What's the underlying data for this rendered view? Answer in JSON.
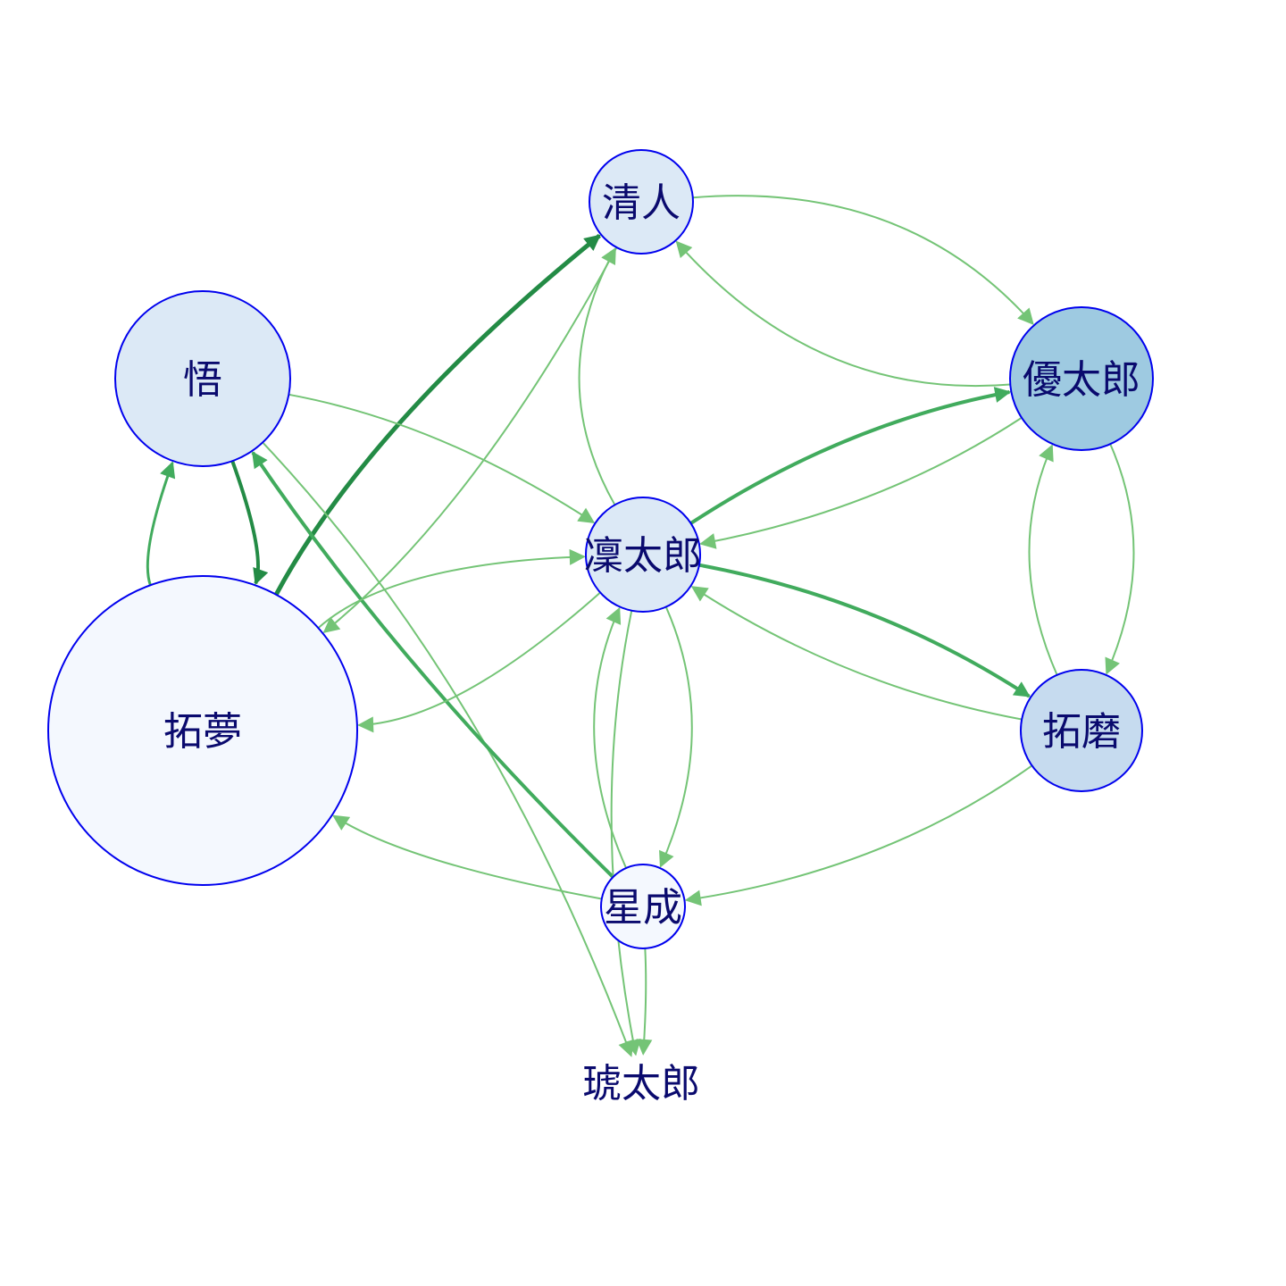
{
  "nodes": [
    {
      "id": "kiyoto",
      "label": "清人",
      "fill": "#dce9f6"
    },
    {
      "id": "satoru",
      "label": "悟",
      "fill": "#dce9f6"
    },
    {
      "id": "yutaro",
      "label": "優太郎",
      "fill": "#9ecae1"
    },
    {
      "id": "rintaro",
      "label": "凜太郎",
      "fill": "#dce9f6"
    },
    {
      "id": "takumu",
      "label": "拓夢",
      "fill": "#f4f8fe"
    },
    {
      "id": "takuma",
      "label": "拓磨",
      "fill": "#c6dbef"
    },
    {
      "id": "seina",
      "label": "星成",
      "fill": "#f4f8fe"
    },
    {
      "id": "kotaro",
      "label": "琥太郎",
      "fill": "none"
    }
  ],
  "edges": [
    {
      "from": "takumu",
      "to": "kiyoto",
      "color": "#238b45"
    },
    {
      "from": "kiyoto",
      "to": "takumu",
      "color": "#74c476"
    },
    {
      "from": "rintaro",
      "to": "kiyoto",
      "color": "#74c476"
    },
    {
      "from": "kiyoto",
      "to": "yutaro",
      "color": "#74c476"
    },
    {
      "from": "yutaro",
      "to": "kiyoto",
      "color": "#74c476"
    },
    {
      "from": "satoru",
      "to": "takumu",
      "color": "#238b45"
    },
    {
      "from": "takumu",
      "to": "satoru",
      "color": "#41ab5d"
    },
    {
      "from": "satoru",
      "to": "rintaro",
      "color": "#74c476"
    },
    {
      "from": "satoru",
      "to": "kotaro",
      "color": "#74c476"
    },
    {
      "from": "seina",
      "to": "satoru",
      "color": "#41ab5d"
    },
    {
      "from": "rintaro",
      "to": "yutaro",
      "color": "#41ab5d"
    },
    {
      "from": "yutaro",
      "to": "rintaro",
      "color": "#74c476"
    },
    {
      "from": "yutaro",
      "to": "takuma",
      "color": "#74c476"
    },
    {
      "from": "takuma",
      "to": "yutaro",
      "color": "#74c476"
    },
    {
      "from": "rintaro",
      "to": "takuma",
      "color": "#41ab5d"
    },
    {
      "from": "takuma",
      "to": "rintaro",
      "color": "#74c476"
    },
    {
      "from": "takumu",
      "to": "rintaro",
      "color": "#74c476"
    },
    {
      "from": "rintaro",
      "to": "takumu",
      "color": "#74c476"
    },
    {
      "from": "rintaro",
      "to": "seina",
      "color": "#74c476"
    },
    {
      "from": "seina",
      "to": "rintaro",
      "color": "#74c476"
    },
    {
      "from": "rintaro",
      "to": "kotaro",
      "color": "#74c476"
    },
    {
      "from": "seina",
      "to": "takumu",
      "color": "#74c476"
    },
    {
      "from": "takuma",
      "to": "seina",
      "color": "#74c476"
    },
    {
      "from": "seina",
      "to": "kotaro",
      "color": "#74c476"
    }
  ]
}
